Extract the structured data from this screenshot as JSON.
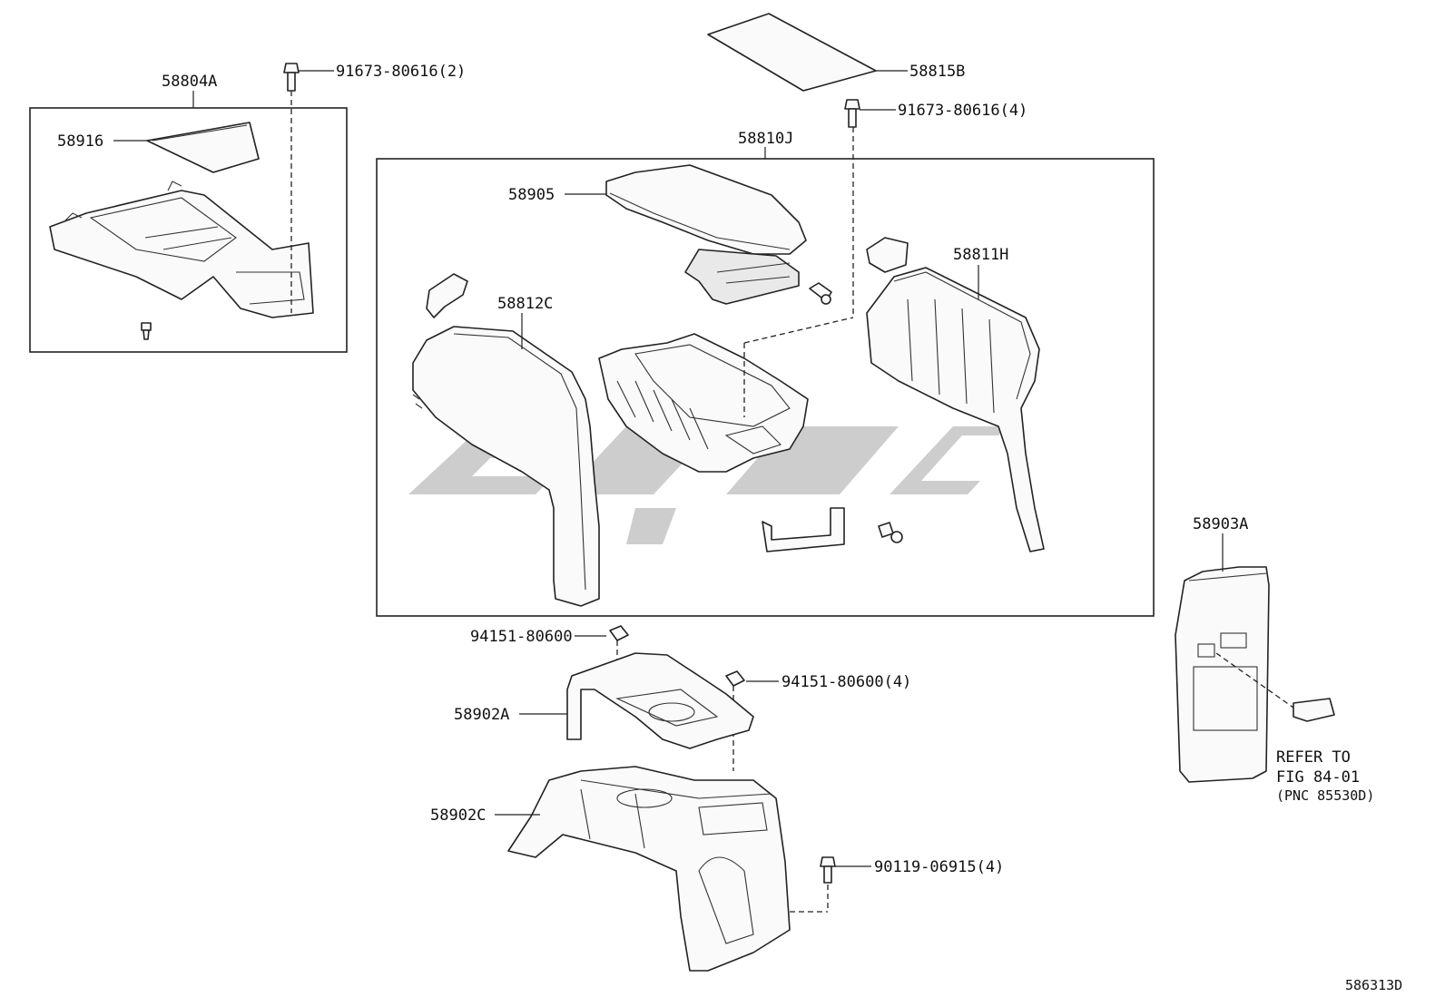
{
  "diagram": {
    "drawing_id": "586313D",
    "groups": {
      "left_assembly": "58804A",
      "center_assembly": "58810J"
    },
    "parts": {
      "p58815B": "58815B",
      "p58905": "58905",
      "p58916": "58916",
      "p58812C": "58812C",
      "p58811H": "58811H",
      "p58903A": "58903A",
      "p58902A": "58902A",
      "p58902C": "58902C"
    },
    "fasteners": {
      "f1": "91673-80616(2)",
      "f2": "91673-80616(4)",
      "f3": "94151-80600",
      "f4": "94151-80600(4)",
      "f5": "90119-06915(4)"
    },
    "reference": {
      "line1": "REFER TO",
      "line2": "FIG 84-01",
      "line3": "(PNC 85530D)"
    }
  }
}
